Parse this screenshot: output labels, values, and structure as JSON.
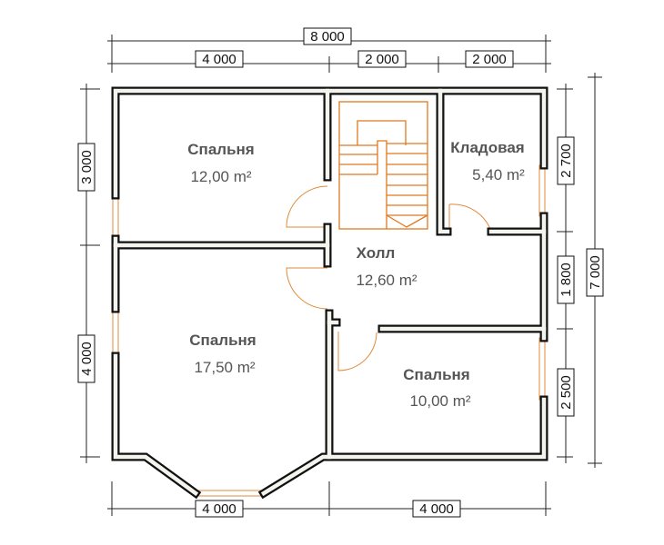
{
  "rooms": [
    {
      "name": "Спальня",
      "area": "12,00 m²"
    },
    {
      "name": "Кладовая",
      "area": "5,40 m²"
    },
    {
      "name": "Холл",
      "area": "12,60 m²"
    },
    {
      "name": "Спальня",
      "area": "17,50 m²"
    },
    {
      "name": "Спальня",
      "area": "10,00 m²"
    }
  ],
  "dimensions": {
    "top_total": "8 000",
    "top": [
      "4 000",
      "2 000",
      "2 000"
    ],
    "left": [
      "3 000",
      "4 000"
    ],
    "right": [
      "2 700",
      "1 800",
      "2 500"
    ],
    "right_total": "7 000",
    "bottom": [
      "4 000",
      "4 000"
    ]
  },
  "colors": {
    "wall": "#111111",
    "window_door": "#e08a3a",
    "text": "#555555"
  }
}
